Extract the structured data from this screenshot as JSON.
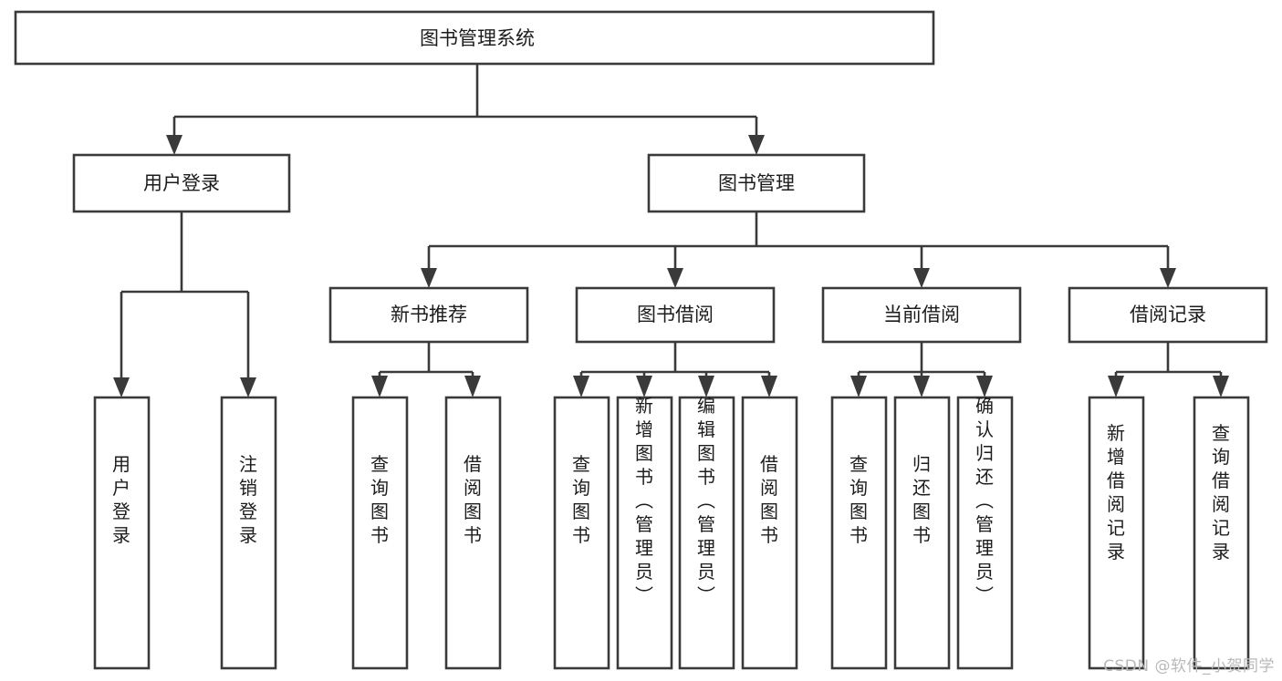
{
  "diagram": {
    "title": "图书管理系统",
    "type": "tree-hierarchy",
    "watermark": "CSDN @软件_小贺同学",
    "colors": {
      "stroke": "#3a3a3a",
      "box_fill": "#ffffff",
      "text": "#1c1c1c",
      "watermark": "#b9b9b9",
      "background": "#ffffff"
    },
    "levels": {
      "root": {
        "label": "图书管理系统"
      },
      "level2": [
        {
          "label": "用户登录"
        },
        {
          "label": "图书管理"
        }
      ],
      "level3": [
        {
          "label": "新书推荐"
        },
        {
          "label": "图书借阅"
        },
        {
          "label": "当前借阅"
        },
        {
          "label": "借阅记录"
        }
      ],
      "leaves": {
        "user_login": [
          {
            "label": "用户登录"
          },
          {
            "label": "注销登录"
          }
        ],
        "new_book_recommend": [
          {
            "label": "查询图书"
          },
          {
            "label": "借阅图书"
          }
        ],
        "book_borrow": [
          {
            "label": "查询图书"
          },
          {
            "label": "新增图书（管理员）"
          },
          {
            "label": "编辑图书（管理员）"
          },
          {
            "label": "借阅图书"
          }
        ],
        "current_borrow": [
          {
            "label": "查询图书"
          },
          {
            "label": "归还图书"
          },
          {
            "label": "确认归还（管理员）"
          }
        ],
        "borrow_record": [
          {
            "label": "新增借阅记录"
          },
          {
            "label": "查询借阅记录"
          }
        ]
      }
    }
  }
}
